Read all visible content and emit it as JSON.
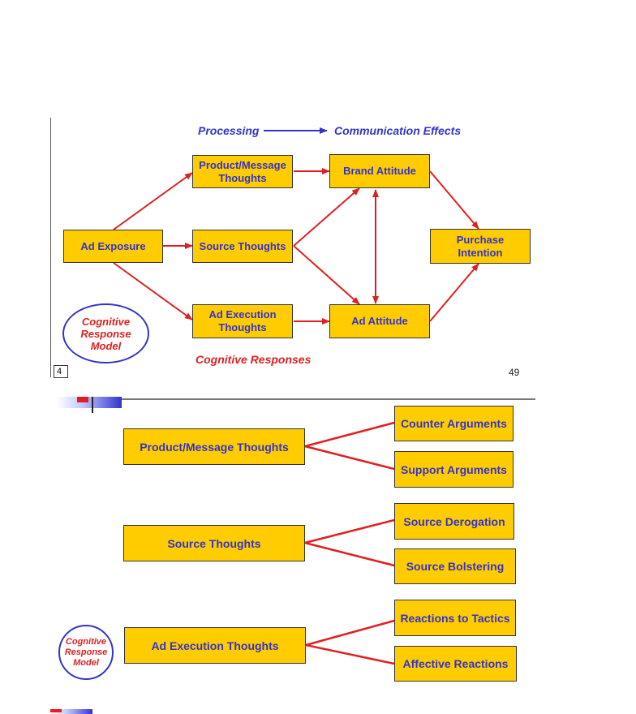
{
  "top": {
    "processing_label": "Processing",
    "effects_label": "Communication Effects",
    "cognitive_responses_label": "Cognitive Responses",
    "page_left": "4",
    "page_right": "49",
    "model_label": "Cognitive\nResponse\nModel",
    "nodes": {
      "ad_exposure": "Ad Exposure",
      "product_message": "Product/Message\nThoughts",
      "source_thoughts": "Source Thoughts",
      "ad_execution": "Ad Execution\nThoughts",
      "brand_attitude": "Brand Attitude",
      "ad_attitude": "Ad Attitude",
      "purchase_intention": "Purchase\nIntention"
    }
  },
  "bottom": {
    "model_label": "Cognitive\nResponse\nModel",
    "groups": [
      {
        "source": "Product/Message Thoughts",
        "targets": [
          "Counter Arguments",
          "Support Arguments"
        ]
      },
      {
        "source": "Source Thoughts",
        "targets": [
          "Source Derogation",
          "Source Bolstering"
        ]
      },
      {
        "source": "Ad Execution Thoughts",
        "targets": [
          "Reactions to Tactics",
          "Affective Reactions"
        ]
      }
    ]
  },
  "colors": {
    "box_fill": "#ffcc00",
    "box_text": "#3333cc",
    "arrow": "#e02020",
    "processing_arrow": "#3333cc"
  }
}
